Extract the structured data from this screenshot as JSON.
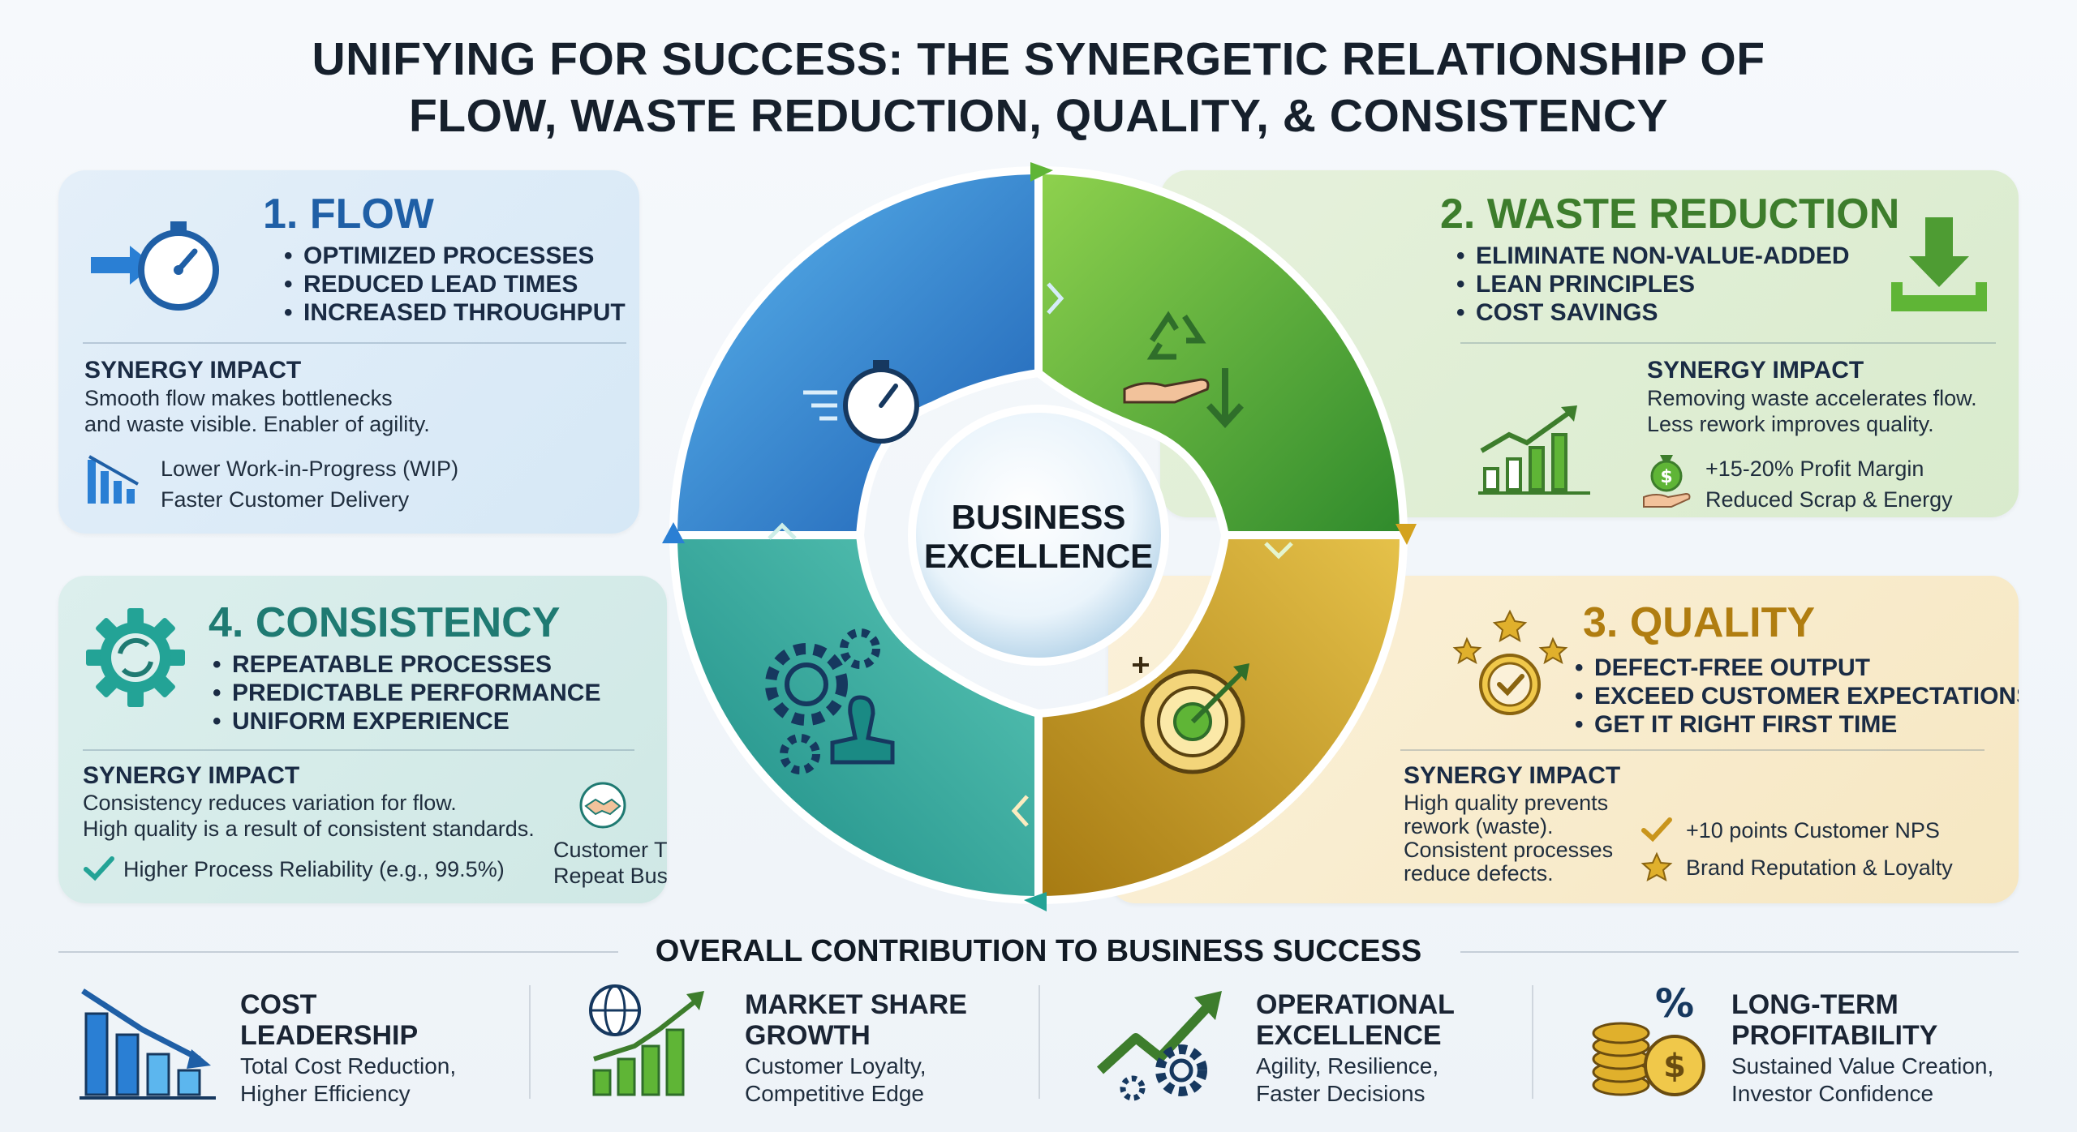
{
  "title": {
    "line1": "UNIFYING FOR SUCCESS: THE SYNERGETIC RELATIONSHIP OF",
    "line2": "FLOW, WASTE REDUCTION, QUALITY, & CONSISTENCY"
  },
  "center": {
    "line1": "BUSINESS",
    "line2": "EXCELLENCE"
  },
  "flow": {
    "heading": "1. FLOW",
    "bullets": [
      "OPTIMIZED PROCESSES",
      "REDUCED LEAD TIMES",
      "INCREASED THROUGHPUT"
    ],
    "synergy_title": "SYNERGY IMPACT",
    "synergy_text_1": "Smooth flow makes bottlenecks",
    "synergy_text_2": "and waste visible. Enabler of agility.",
    "metric_1": "Lower Work-in-Progress (WIP)",
    "metric_2": "Faster Customer Delivery",
    "color": "#1f5fa6"
  },
  "waste": {
    "heading": "2. WASTE REDUCTION",
    "bullets": [
      "ELIMINATE NON-VALUE-ADDED",
      "LEAN PRINCIPLES",
      "COST SAVINGS"
    ],
    "synergy_title": "SYNERGY IMPACT",
    "synergy_text_1": "Removing waste accelerates flow.",
    "synergy_text_2": "Less rework improves quality.",
    "metric_1": "+15-20% Profit Margin",
    "metric_2": "Reduced Scrap & Energy",
    "color": "#3d7d2c"
  },
  "quality": {
    "heading": "3. QUALITY",
    "bullets": [
      "DEFECT-FREE OUTPUT",
      "EXCEED CUSTOMER EXPECTATIONS",
      "GET IT RIGHT FIRST TIME"
    ],
    "synergy_title": "SYNERGY IMPACT",
    "synergy_text_1": "High quality prevents",
    "synergy_text_2": "rework (waste).",
    "synergy_text_3": "Consistent processes",
    "synergy_text_4": "reduce defects.",
    "metric_1": "+10 points Customer NPS",
    "metric_2": "Brand Reputation & Loyalty",
    "color": "#b07d10"
  },
  "consistency": {
    "heading": "4. CONSISTENCY",
    "bullets": [
      "REPEATABLE PROCESSES",
      "PREDICTABLE PERFORMANCE",
      "UNIFORM EXPERIENCE"
    ],
    "synergy_title": "SYNERGY IMPACT",
    "synergy_text_1": "Consistency reduces variation for flow.",
    "synergy_text_2": "High quality is a result of consistent standards.",
    "metric_1": "Higher Process Reliability (e.g., 99.5%)",
    "metric_2a": "Customer Trust &",
    "metric_2b": "Repeat Business",
    "color": "#1f7a72"
  },
  "bottom": {
    "title": "OVERALL CONTRIBUTION TO BUSINESS SUCCESS",
    "items": [
      {
        "head1": "COST",
        "head2": "LEADERSHIP",
        "sub1": "Total Cost Reduction,",
        "sub2": "Higher Efficiency"
      },
      {
        "head1": "MARKET SHARE",
        "head2": "GROWTH",
        "sub1": "Customer Loyalty,",
        "sub2": "Competitive Edge"
      },
      {
        "head1": "OPERATIONAL",
        "head2": "EXCELLENCE",
        "sub1": "Agility, Resilience,",
        "sub2": "Faster Decisions"
      },
      {
        "head1": "LONG-TERM",
        "head2": "PROFITABILITY",
        "sub1": "Sustained Value Creation,",
        "sub2": "Investor Confidence"
      }
    ]
  },
  "colors": {
    "flow_blue": "#2a7fd4",
    "waste_green": "#5fb536",
    "quality_gold": "#d4a21f",
    "consistency_teal": "#23a396"
  }
}
